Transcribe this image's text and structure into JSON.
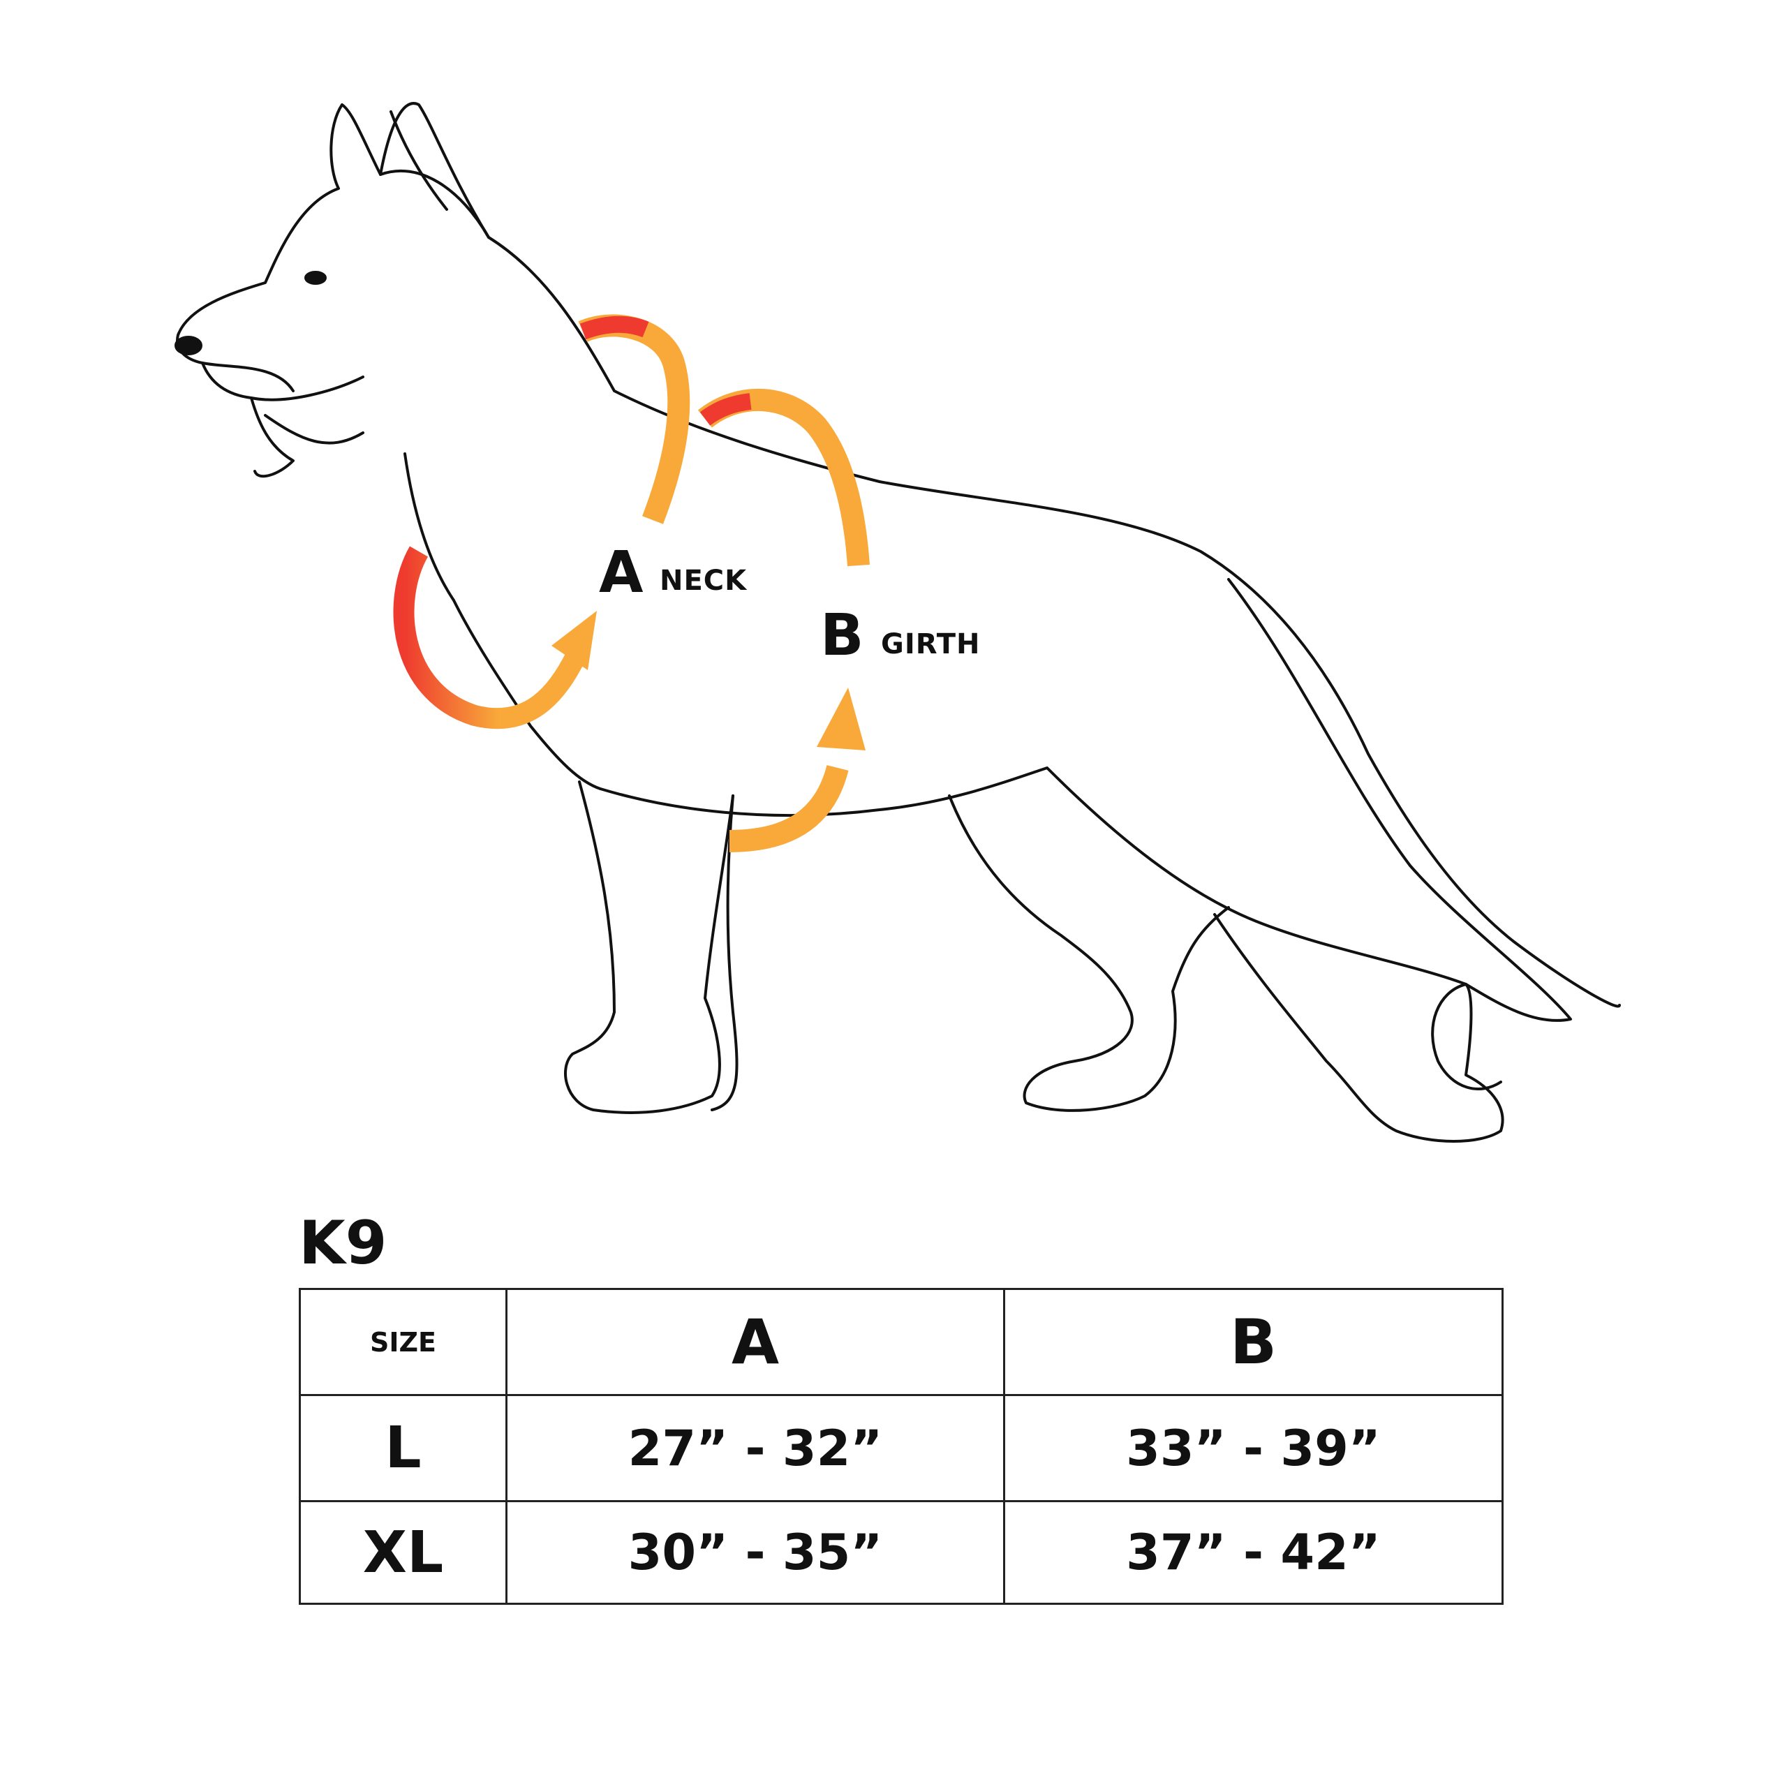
{
  "labels": {
    "a_letter": "A",
    "a_name": "NECK",
    "b_letter": "B",
    "b_name": "GIRTH"
  },
  "colors": {
    "arrow_orange": "#f8a93a",
    "arrow_red": "#ee3a2f",
    "line": "#111111"
  },
  "icons": [
    "dog-illustration",
    "neck-arrow-icon",
    "girth-arrow-icon"
  ],
  "table": {
    "title": "K9",
    "headers": [
      "SIZE",
      "A",
      "B"
    ],
    "rows": [
      {
        "size": "L",
        "a": "27” - 32”",
        "b": "33” - 39”"
      },
      {
        "size": "XL",
        "a": "30” - 35”",
        "b": "37” - 42”"
      }
    ]
  }
}
